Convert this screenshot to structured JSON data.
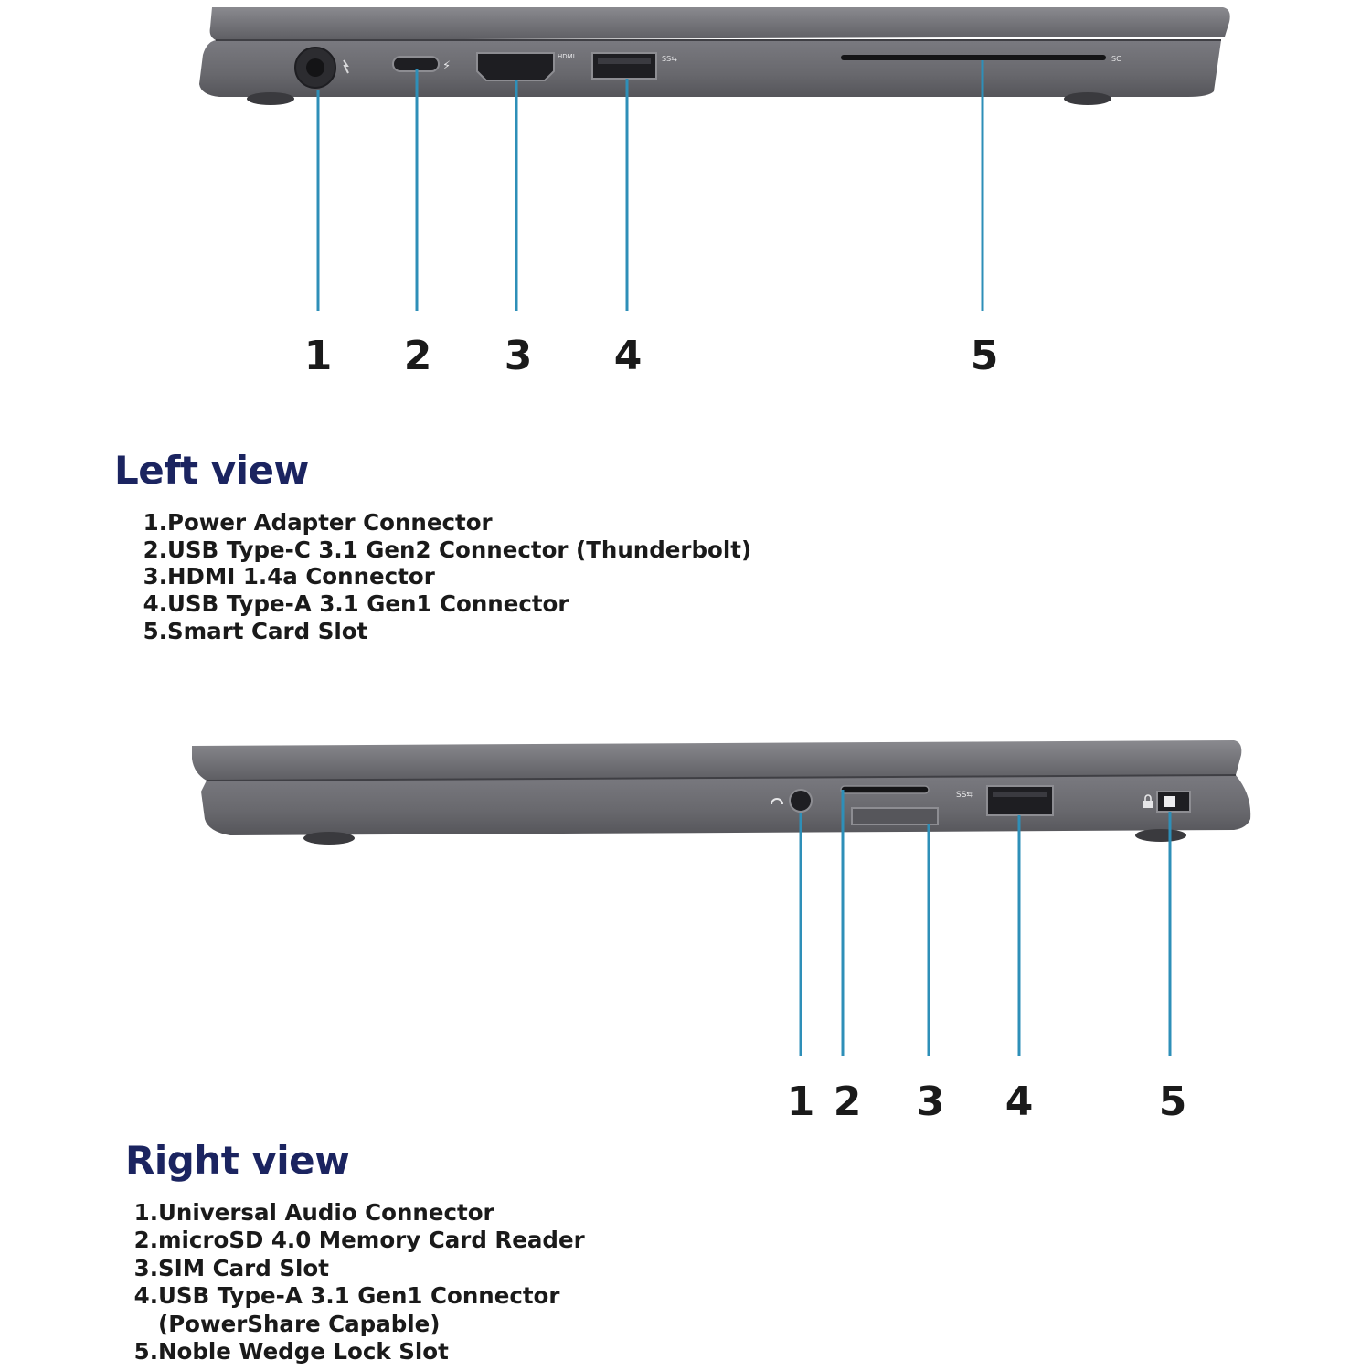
{
  "colors": {
    "callout_line": "#2e8fb8",
    "heading": "#1b2460",
    "chassis": "#6c6c70",
    "chassis_dark": "#4b4b50",
    "text": "#1a1a1a"
  },
  "left_view": {
    "title": "Left view",
    "callout_numbers": [
      "1",
      "2",
      "3",
      "4",
      "5"
    ],
    "port_glyphs": {
      "thunderbolt": "⚡",
      "hdmi": "HDMI",
      "usb": "SS⇆",
      "smartcard": "SC"
    },
    "items": [
      {
        "index": "1.",
        "label": "Power Adapter Connector"
      },
      {
        "index": "2.",
        "label": "USB Type-C 3.1 Gen2 Connector (Thunderbolt)"
      },
      {
        "index": "3.",
        "label": "HDMI 1.4a Connector"
      },
      {
        "index": "4.",
        "label": "USB Type-A 3.1 Gen1 Connector"
      },
      {
        "index": "5.",
        "label": "Smart Card Slot"
      }
    ]
  },
  "right_view": {
    "title": "Right view",
    "callout_numbers": [
      "1",
      "2",
      "3",
      "4",
      "5"
    ],
    "port_glyphs": {
      "usb": "SS⇆"
    },
    "items": [
      {
        "index": "1.",
        "label": "Universal Audio Connector"
      },
      {
        "index": "2.",
        "label": "microSD 4.0 Memory Card Reader"
      },
      {
        "index": "3.",
        "label": "SIM Card Slot"
      },
      {
        "index": "4.",
        "label": "USB Type-A 3.1 Gen1 Connector\n(PowerShare Capable)"
      },
      {
        "index": "5.",
        "label": "Noble Wedge Lock Slot"
      }
    ]
  }
}
